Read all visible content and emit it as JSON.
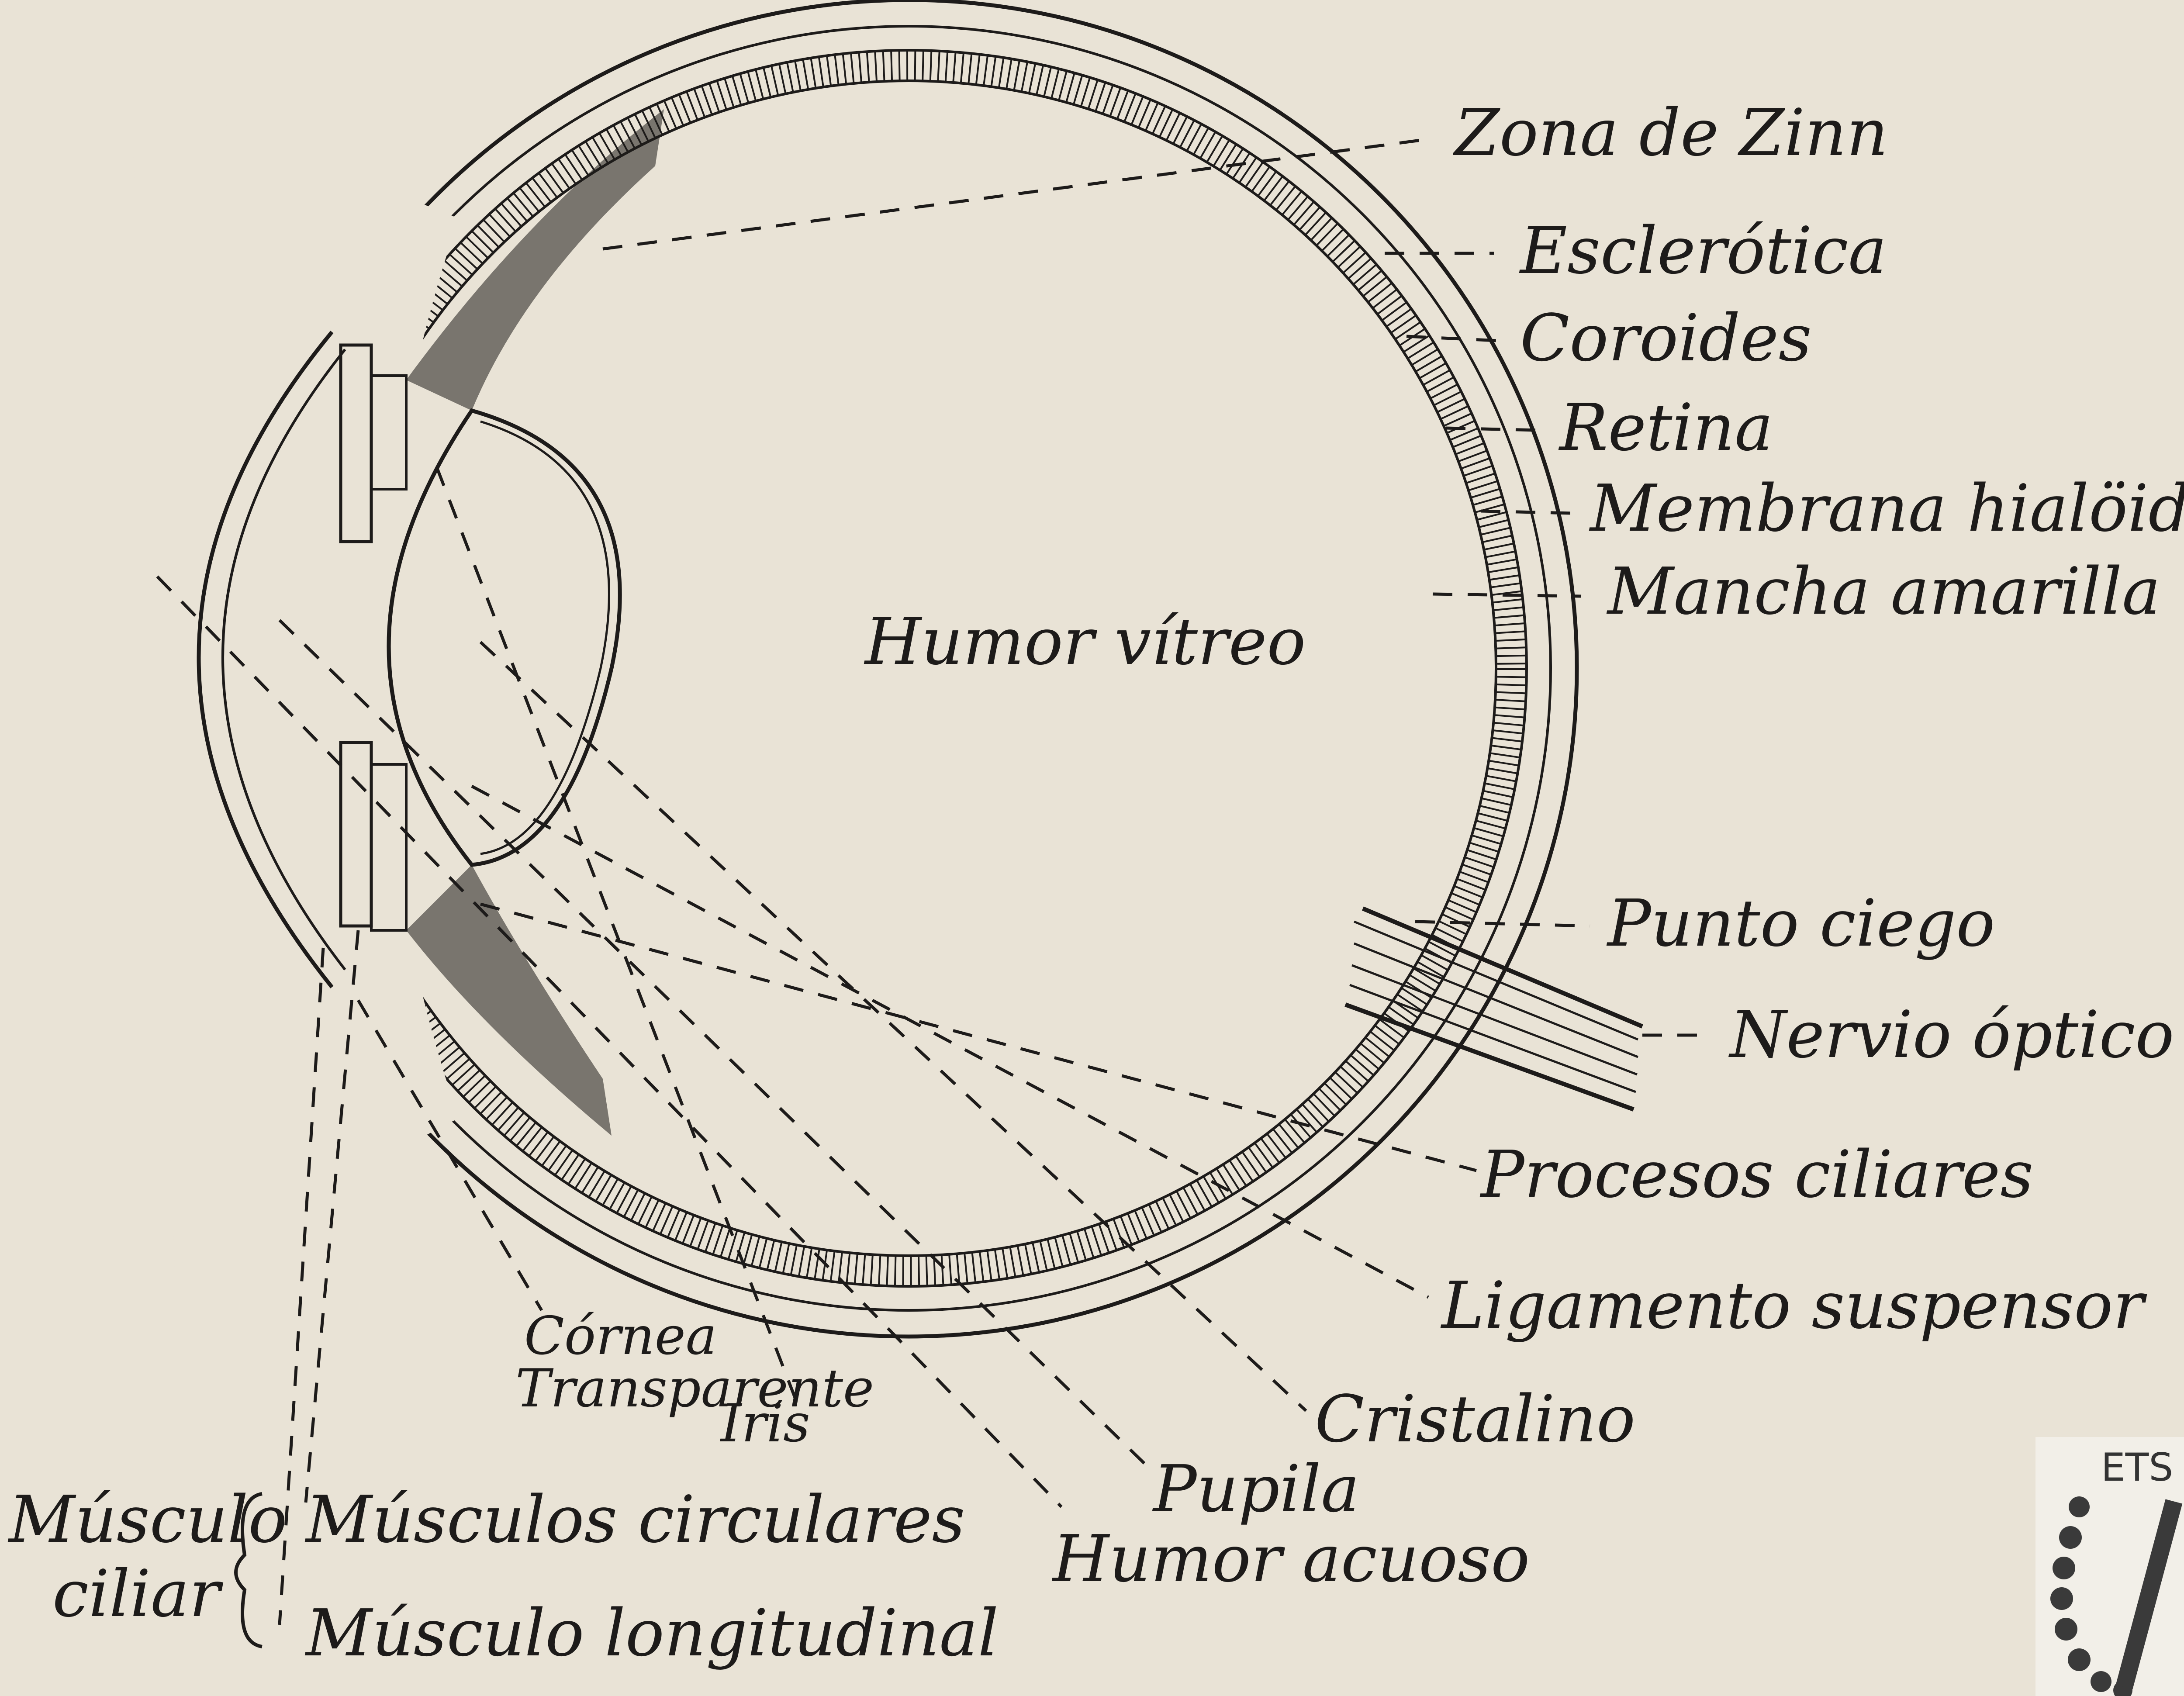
{
  "labels": {
    "zona_de_zinn": "Zona de Zinn",
    "esclerotica": "Esclerótica",
    "coroides": "Coroides",
    "retina": "Retina",
    "membrana_hialoidea": "Membrana hialöidea",
    "mancha_amarilla": "Mancha amarilla",
    "humor_vitreo": "Humor vítreo",
    "punto_ciego": "Punto ciego",
    "nervio_optico": "Nervio óptico",
    "procesos_ciliares": "Procesos ciliares",
    "ligamento_suspensor": "Ligamento suspensor",
    "cristalino": "Cristalino",
    "pupila": "Pupila",
    "humor_acuoso": "Humor acuoso",
    "cornea": "Córnea",
    "transparente": "Transparente",
    "iris": "Iris",
    "musculo_ciliar_line1": "Músculo",
    "musculo_ciliar_line2": "ciliar",
    "musculos_circulares": "Músculos circulares",
    "musculo_longitudinal": "Músculo longitudinal"
  },
  "stamp": {
    "text": "ETS"
  },
  "colors": {
    "paper": "#e9e3d6",
    "ink": "#1d1b1a"
  }
}
